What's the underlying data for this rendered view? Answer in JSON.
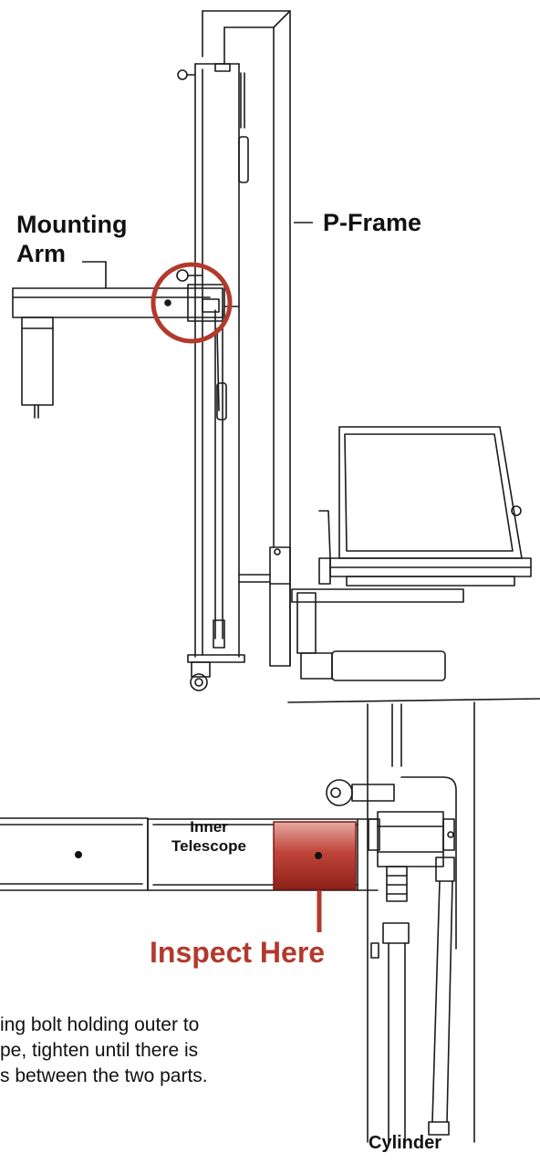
{
  "labels": {
    "mounting_arm": "Mounting\nArm",
    "p_frame": "P-Frame",
    "inner_telescope": "Inner\nTelescope",
    "inspect_here": "Inspect Here",
    "cylinder": "Cylinder"
  },
  "instruction": {
    "lines": [
      "ing bolt holding outer to",
      "pe, tighten until there is",
      "s between the two parts."
    ]
  },
  "colors": {
    "highlight": "#b23a2c",
    "line": "#1a1a1a",
    "background": "#ffffff"
  }
}
